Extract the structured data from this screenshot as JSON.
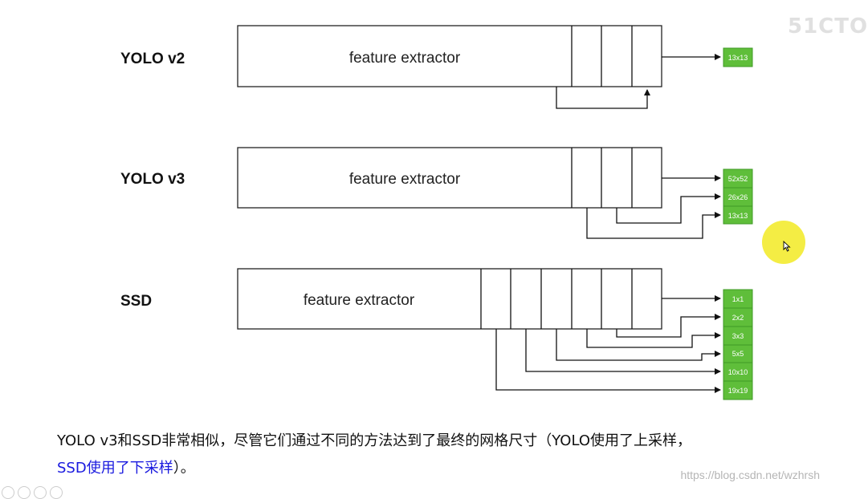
{
  "rows": [
    {
      "label": "YOLO v2",
      "extractor": "feature extractor",
      "outputs": [
        "13x13"
      ]
    },
    {
      "label": "YOLO v3",
      "extractor": "feature extractor",
      "outputs": [
        "52x52",
        "26x26",
        "13x13"
      ]
    },
    {
      "label": "SSD",
      "extractor": "feature extractor",
      "outputs": [
        "1x1",
        "2x2",
        "3x3",
        "5x5",
        "10x10",
        "19x19"
      ]
    }
  ],
  "caption": {
    "line1": "YOLO v3和SSD非常相似，尽管它们通过不同的方法达到了最终的网格尺寸（YOLO使用了上采样，",
    "line2_highlight": "SSD使用了下采样",
    "line2_rest": "）。"
  },
  "watermark": "https://blog.csdn.net/wzhrsh",
  "brand": "51CTO",
  "colors": {
    "grid_green": "#5fbe3a",
    "highlight_blue": "#1a1adf",
    "cursor_yellow": "#f3ec3a"
  }
}
